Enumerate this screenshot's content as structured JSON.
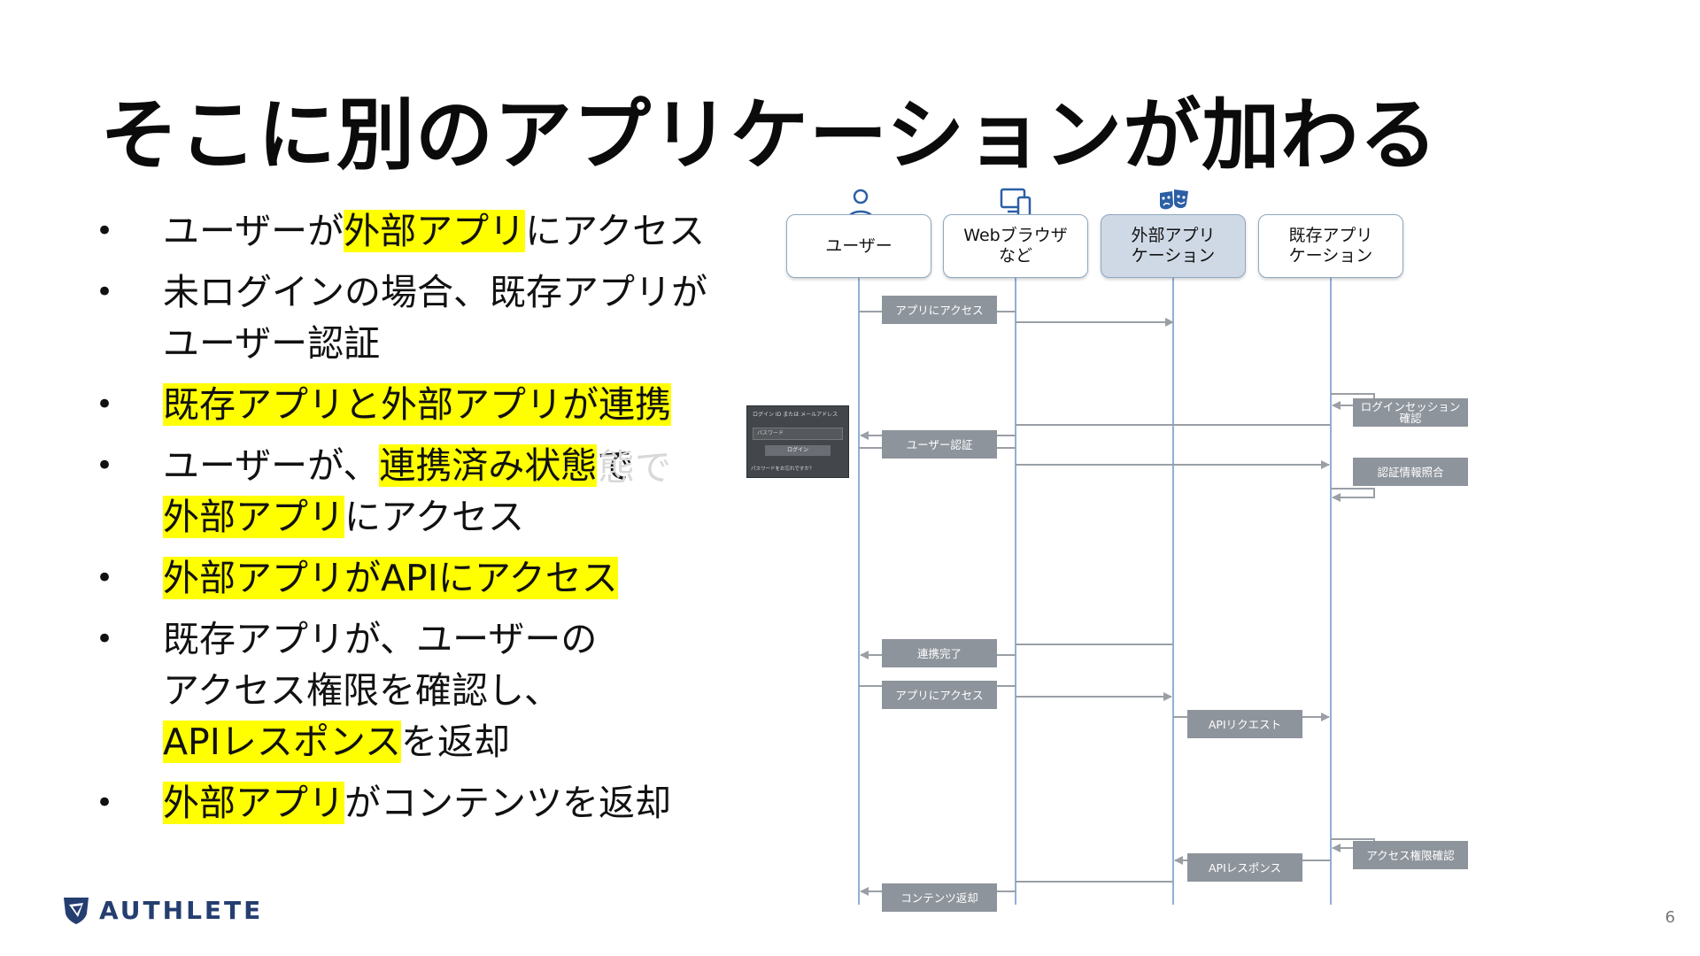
{
  "title": "そこに別のアプリケーションが加わる",
  "bullets": [
    {
      "parts": [
        {
          "text": "ユーザーが"
        },
        {
          "text": "外部アプリ",
          "hl": true
        },
        {
          "text": "にアクセス"
        }
      ]
    },
    {
      "parts": [
        {
          "text": "未ログインの場合、既存アプリが\nユーザー認証"
        }
      ]
    },
    {
      "parts": [
        {
          "text": "既存アプリと外部アプリが連携",
          "hl": true
        }
      ]
    },
    {
      "parts": [
        {
          "text": "ユーザーが、"
        },
        {
          "text": "連携済み状態",
          "hl": true
        },
        {
          "text": "で\n"
        },
        {
          "text": "外部アプリ",
          "hl": true
        },
        {
          "text": "にアクセス"
        }
      ]
    },
    {
      "parts": [
        {
          "text": "外部アプリがAPIにアクセス",
          "hl": true
        }
      ]
    },
    {
      "parts": [
        {
          "text": "既存アプリが、ユーザーの\nアクセス権限を確認し、\n"
        },
        {
          "text": "APIレスポンス",
          "hl": true
        },
        {
          "text": "を返却"
        }
      ]
    },
    {
      "parts": [
        {
          "text": "外部アプリ",
          "hl": true
        },
        {
          "text": "がコンテンツを返却"
        }
      ]
    }
  ],
  "ghost_text": "態で",
  "bullet_glyph": "•",
  "actors": [
    {
      "label": "ユーザー",
      "icon": "user-icon"
    },
    {
      "label": "Webブラウザ\nなど",
      "icon": "devices-icon"
    },
    {
      "label": "外部アプリ\nケーション",
      "icon": "theater-masks-icon",
      "selected": true
    },
    {
      "label": "既存アプリ\nケーション",
      "icon": ""
    }
  ],
  "messages": {
    "m1": "アプリにアクセス",
    "m2": "ログインセッション\n確認",
    "m3": "ユーザー認証",
    "m4": "認証情報照合",
    "m5": "連携完了",
    "m6": "アプリにアクセス",
    "m7": "APIリクエスト",
    "m8": "アクセス権限確認",
    "m9": "APIレスポンス",
    "m10": "コンテンツ返却"
  },
  "login_thumb": {
    "header": "ログイン ID または メールアドレス",
    "password": "パスワード",
    "button": "ログイン",
    "forgot": "パスワードをお忘れですか？"
  },
  "logo_text": "AUTHLETE",
  "page_number": "6",
  "colors": {
    "highlight": "#ffff00",
    "lifeline": "#8fb0d8",
    "message_box": "#8e949c",
    "arrow": "#9a9fa6",
    "logo": "#253e70"
  }
}
